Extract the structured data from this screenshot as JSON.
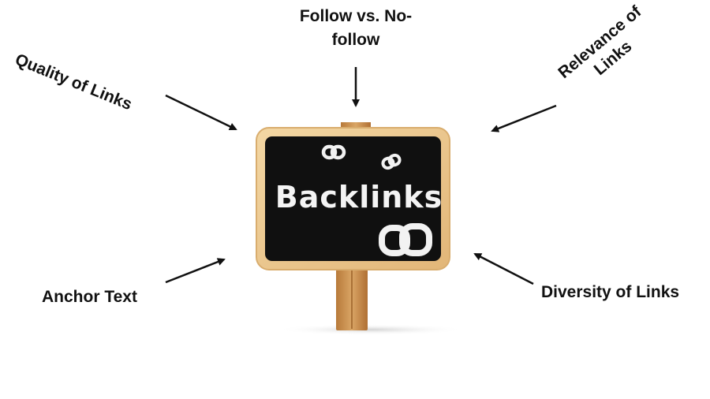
{
  "board": {
    "title": "Backlinks"
  },
  "factors": {
    "top": "Follow vs. No-follow",
    "top_line1": "Follow vs. No-",
    "top_line2": "follow",
    "top_left": "Quality of Links",
    "top_right_line1": "Relevance of",
    "top_right_line2": "Links",
    "bottom_left": "Anchor Text",
    "bottom_right": "Diversity of Links"
  },
  "icons": [
    "chain-link-icon",
    "arrow-icon"
  ],
  "colors": {
    "board": "#101010",
    "frame": "#e9c48d",
    "stick": "#d39a52",
    "text": "#111111",
    "chalk": "#f4f4f4"
  }
}
